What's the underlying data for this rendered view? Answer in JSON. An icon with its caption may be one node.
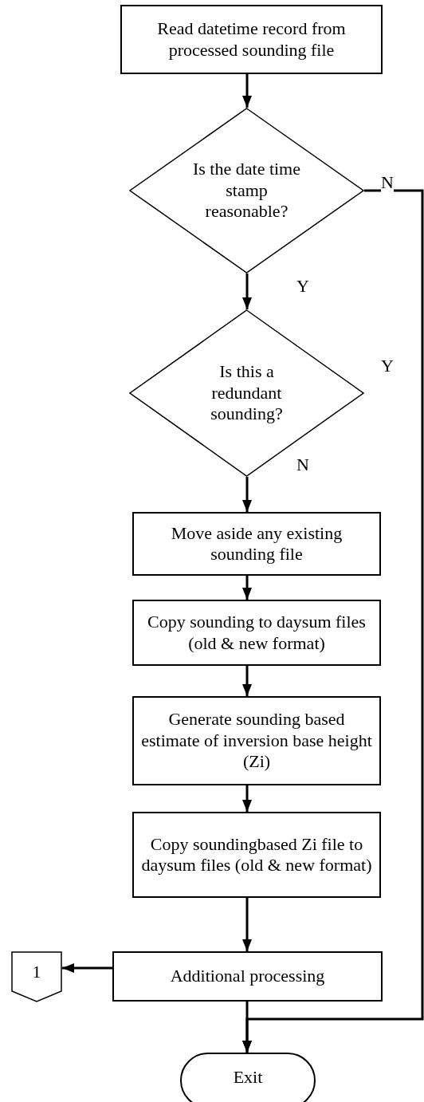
{
  "diagram": {
    "nodes": [
      {
        "text": [
          "Read datetime record from processed sounding file"
        ]
      },
      {
        "text": [
          "Is the date time stamp reasonable?"
        ]
      },
      {
        "text": [
          "Is this a redundant sounding?"
        ]
      },
      {
        "text": [
          "Move aside any existing sounding file"
        ]
      },
      {
        "text": [
          "Copy sounding to daysum files (old & new format)"
        ]
      },
      {
        "text": [
          "Generate sounding based estimate of inversion base height (Zi)"
        ]
      },
      {
        "text": [
          "Copy soundingbased Zi file to daysum files (old & new format)"
        ]
      },
      {
        "text": [
          "Additional processing"
        ]
      },
      {
        "text": [
          "1"
        ]
      },
      {
        "text": [
          "Exit"
        ]
      }
    ],
    "edges": [
      {
        "from": 0,
        "to": 1,
        "arrow": "to"
      },
      {
        "from": 1,
        "to": 2,
        "arrow": "to",
        "label": "Y"
      },
      {
        "from": 2,
        "to": 3,
        "arrow": "to",
        "label": "N"
      },
      {
        "from": 3,
        "to": 4,
        "arrow": "to"
      },
      {
        "from": 4,
        "to": 5,
        "arrow": "to"
      },
      {
        "from": 5,
        "to": 6,
        "arrow": "to"
      },
      {
        "from": 6,
        "to": 7,
        "arrow": "to"
      },
      {
        "from": 7,
        "to": 8,
        "arrow": "to"
      },
      {
        "from": 7,
        "to": 9,
        "arrow": "to"
      },
      {
        "from": 1,
        "to": 9,
        "arrow": "to",
        "label": "N"
      }
    ],
    "labels": [
      "Y"
    ]
  }
}
